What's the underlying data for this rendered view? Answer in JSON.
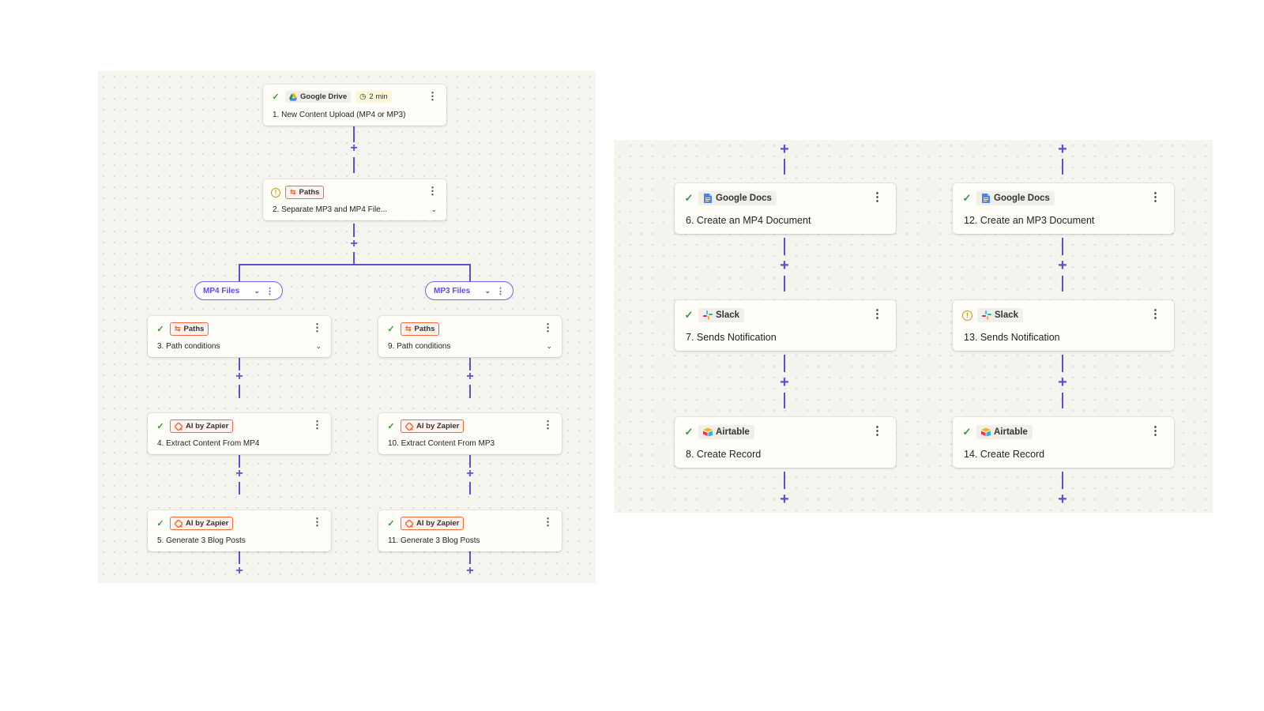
{
  "left_canvas": {
    "trigger": {
      "status": "check",
      "app": "Google Drive",
      "time": "2 min",
      "title": "1. New Content Upload (MP4 or MP3)",
      "icon": "google-drive-icon"
    },
    "splitter": {
      "status": "warning",
      "app": "Paths",
      "title": "2. Separate MP3 and MP4 File...",
      "icon": "paths-icon"
    },
    "branches": [
      {
        "label": "MP4 Files",
        "steps": [
          {
            "status": "check",
            "app": "Paths",
            "title": "3. Path conditions",
            "icon": "paths-icon"
          },
          {
            "status": "check",
            "app": "AI by Zapier",
            "title": "4. Extract Content From MP4",
            "icon": "ai-zapier-icon"
          },
          {
            "status": "check",
            "app": "AI by Zapier",
            "title": "5. Generate 3 Blog Posts",
            "icon": "ai-zapier-icon"
          }
        ]
      },
      {
        "label": "MP3 Files",
        "steps": [
          {
            "status": "check",
            "app": "Paths",
            "title": "9. Path conditions",
            "icon": "paths-icon"
          },
          {
            "status": "check",
            "app": "AI by Zapier",
            "title": "10. Extract Content From MP3",
            "icon": "ai-zapier-icon"
          },
          {
            "status": "check",
            "app": "AI by Zapier",
            "title": "11. Generate 3 Blog Posts",
            "icon": "ai-zapier-icon"
          }
        ]
      }
    ]
  },
  "right_canvas": {
    "columns": [
      {
        "steps": [
          {
            "status": "check",
            "app": "Google Docs",
            "title": "6. Create an MP4 Document",
            "icon": "google-docs-icon"
          },
          {
            "status": "check",
            "app": "Slack",
            "title": "7. Sends Notification",
            "icon": "slack-icon"
          },
          {
            "status": "check",
            "app": "Airtable",
            "title": "8. Create Record",
            "icon": "airtable-icon"
          }
        ]
      },
      {
        "steps": [
          {
            "status": "check",
            "app": "Google Docs",
            "title": "12. Create an MP3 Document",
            "icon": "google-docs-icon"
          },
          {
            "status": "warning",
            "app": "Slack",
            "title": "13. Sends Notification",
            "icon": "slack-icon"
          },
          {
            "status": "check",
            "app": "Airtable",
            "title": "14. Create Record",
            "icon": "airtable-icon"
          }
        ]
      }
    ]
  },
  "glyphs": {
    "check": "✓",
    "warning": "!",
    "dots": "⋮",
    "chevron": "⌄",
    "plus": "+",
    "clock": "◷",
    "path": "⇆"
  },
  "colors": {
    "accent": "#5b4fd6",
    "paths_orange": "#f06a3c",
    "success": "#3a9a3a",
    "warning": "#c99a12",
    "canvas": "#f5f4ef"
  }
}
